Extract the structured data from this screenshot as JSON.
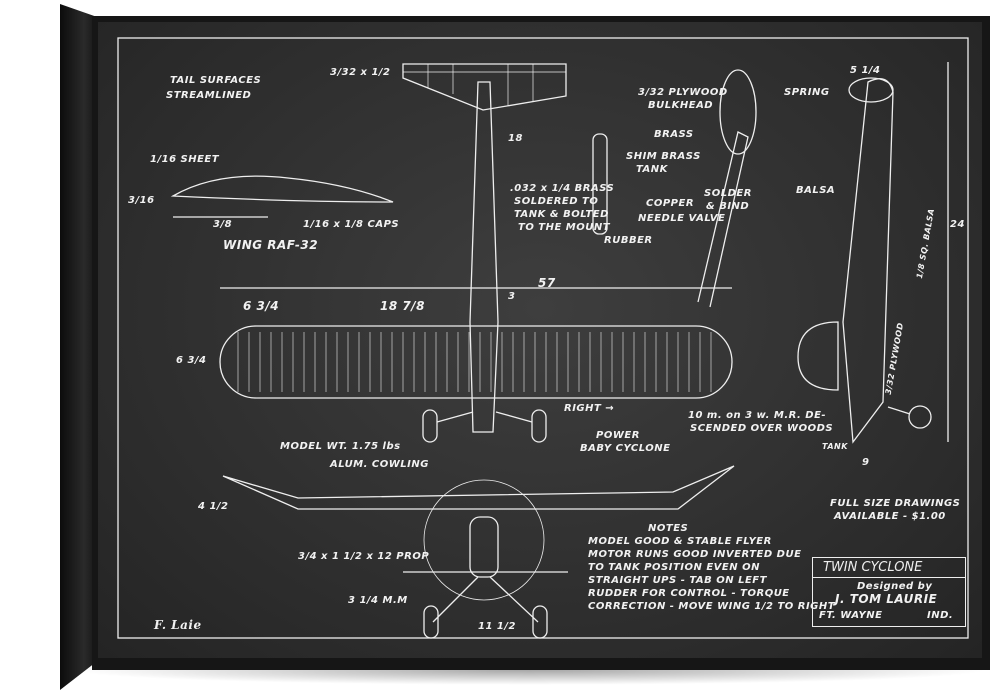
{
  "labels": {
    "tail_surfaces": "TAIL SURFACES",
    "streamlined": "STREAMLINED",
    "sheet": "1/16 SHEET",
    "d_3_16": "3/16",
    "d_3_8": "3/8",
    "caps": "1/16 x 1/8 CAPS",
    "wing_section": "WING RAF-32",
    "spar_dim": "3/32 x 1/2",
    "tail_span": "18",
    "brass_strip_1": ".032 x 1/4 BRASS",
    "brass_strip_2": "SOLDERED TO",
    "brass_strip_3": "TANK & BOLTED",
    "brass_strip_4": "TO THE MOUNT",
    "shim_1": "SHIM BRASS",
    "shim_2": "TANK",
    "copper": "COPPER",
    "needle_valve": "NEEDLE VALVE",
    "rubber": "RUBBER",
    "plywood_1": "3/32 PLYWOOD",
    "plywood_2": "BULKHEAD",
    "brass": "BRASS",
    "solder_1": "SOLDER",
    "solder_2": "& BIND",
    "spring": "SPRING",
    "balsa": "BALSA",
    "wing_span": "57",
    "wing_tip": "6 3/4",
    "wing_center": "18 7/8",
    "chord": "6 3/4",
    "dim_3": "3",
    "right": "RIGHT →",
    "flight_1": "10 m. on 3 w. M.R. DE-",
    "flight_2": "SCENDED OVER WOODS",
    "power_1": "POWER",
    "power_2": "BABY CYCLONE",
    "model_wt": "MODEL WT. 1.75 lbs",
    "cowling": "ALUM. COWLING",
    "dihedral": "4 1/2",
    "prop": "3/4 x 1 1/2 x 12 PROP",
    "wheels": "3 1/4 M.M",
    "gear": "11 1/2",
    "fuselage_len": "24",
    "side_top": "5 1/4",
    "side_bottom": "9",
    "side_plywood": "3/32 PLYWOOD",
    "side_balsa": "1/8 SQ. BALSA",
    "tank": "TANK",
    "full_size_1": "FULL SIZE DRAWINGS",
    "full_size_2": "AVAILABLE - $1.00",
    "signature": "F. Laie"
  },
  "notes": {
    "heading": "NOTES",
    "lines": [
      "MODEL GOOD & STABLE FLYER",
      "MOTOR RUNS GOOD INVERTED DUE",
      "TO TANK POSITION EVEN ON",
      "STRAIGHT UPS - TAB ON LEFT",
      "RUDDER FOR CONTROL - TORQUE",
      "CORRECTION - MOVE WING 1/2 TO RIGHT"
    ]
  },
  "title_block": {
    "title": "TWIN CYCLONE",
    "designed_by": "Designed by",
    "designer": "J. TOM LAURIE",
    "city": "FT. WAYNE",
    "state": "IND."
  }
}
